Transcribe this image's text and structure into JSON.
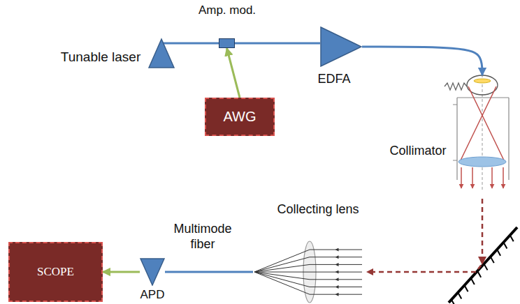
{
  "diagram": {
    "nodes": [
      {
        "text": [
          "Tunable laser"
        ]
      },
      {
        "text": [
          "Amp. mod."
        ]
      },
      {
        "text": [
          "AWG"
        ]
      },
      {
        "text": [
          "EDFA"
        ]
      },
      {
        "text": [
          "Collimator"
        ]
      },
      {
        "text": [
          "Collecting lens"
        ]
      },
      {
        "text": [
          "APD"
        ]
      },
      {
        "text": [
          "SCOPE"
        ]
      }
    ],
    "edges": [
      {
        "from": 0,
        "to": 1,
        "arrow": "none"
      },
      {
        "from": 2,
        "to": 1,
        "arrow": "to"
      },
      {
        "from": 1,
        "to": 3,
        "arrow": "none"
      },
      {
        "from": 3,
        "to": 4,
        "arrow": "to"
      },
      {
        "from": 4,
        "to": 5,
        "arrow": "to"
      },
      {
        "from": 5,
        "to": 6,
        "label": "Multimode fiber",
        "arrow": "none"
      },
      {
        "from": 6,
        "to": 7,
        "arrow": "to"
      }
    ]
  }
}
